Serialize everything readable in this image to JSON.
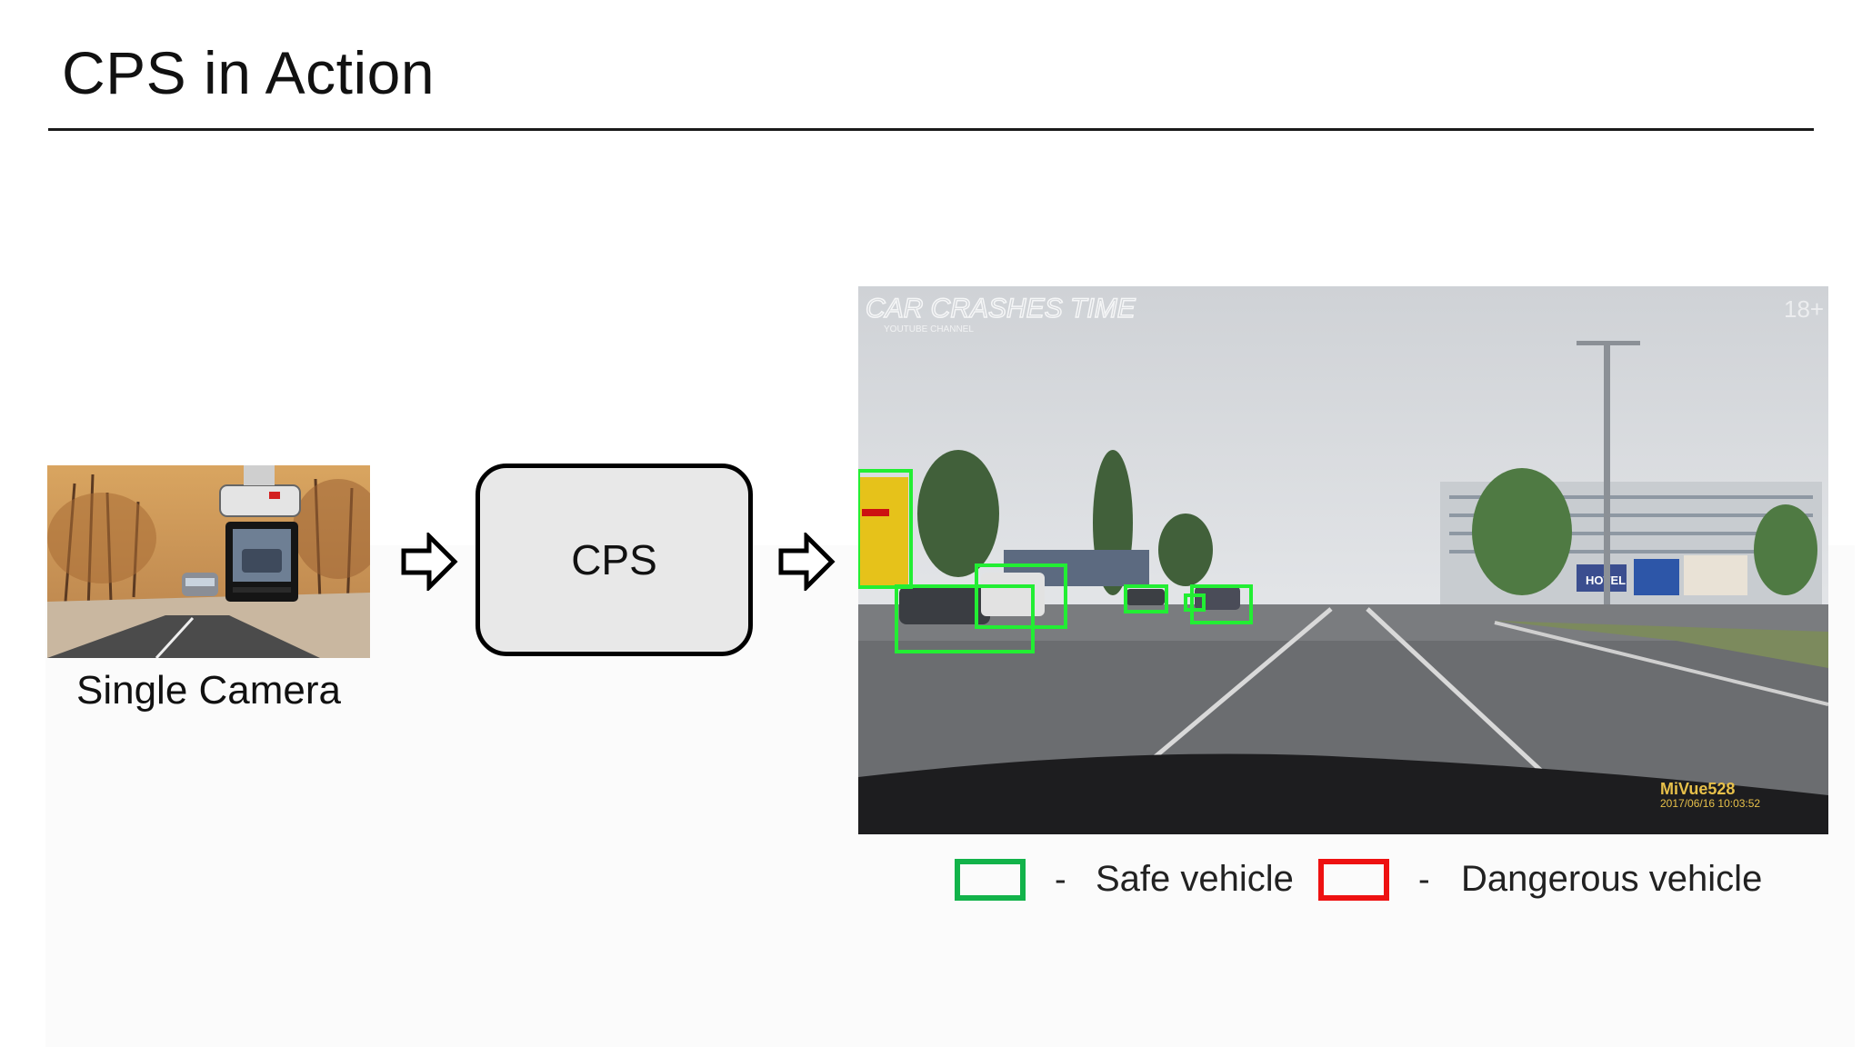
{
  "slide": {
    "title": "CPS in Action"
  },
  "input": {
    "caption": "Single Camera"
  },
  "process": {
    "label": "CPS"
  },
  "output": {
    "watermark_title": "CAR CRASHES TIME",
    "watermark_sub": "YOUTUBE CHANNEL",
    "age_badge": "18+",
    "device_model": "MiVue528",
    "timestamp": "2017/06/16 10:03:52",
    "hotel_sign": "HOTEL"
  },
  "legend": {
    "safe": {
      "dash": "-",
      "label": "Safe vehicle",
      "color": "#12b34a"
    },
    "danger": {
      "dash": "-",
      "label": "Dangerous vehicle",
      "color": "#ee1111"
    }
  },
  "colors": {
    "detection_box": "#22ee33",
    "box_outline": "#000000",
    "box_fill": "#e8e8e8"
  }
}
